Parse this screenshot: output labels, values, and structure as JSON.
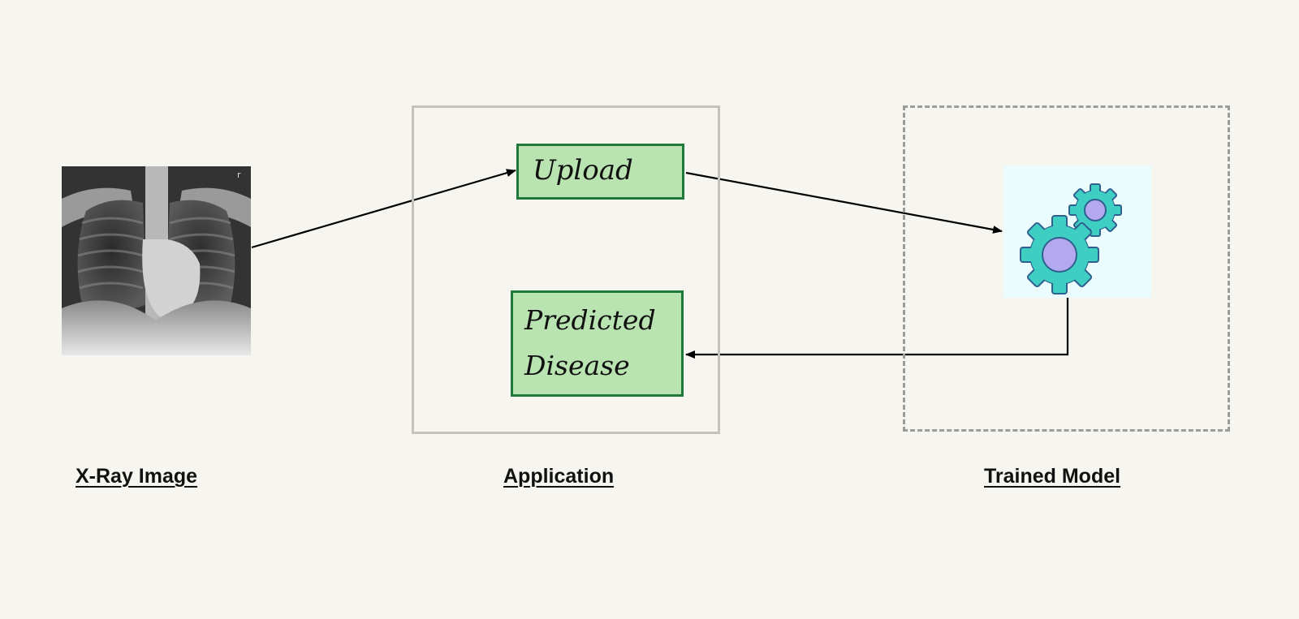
{
  "diagram": {
    "upload_label": "Upload",
    "predicted_label_line1": "Predicted",
    "predicted_label_line2": "Disease",
    "captions": {
      "xray": "X-Ray Image",
      "application": "Application",
      "trained_model": "Trained Model"
    },
    "colors": {
      "background": "#f7f5f0",
      "green_fill": "#b9e3b0",
      "green_border": "#1f7a3a",
      "gear_teal": "#3ecfc2",
      "gear_purple": "#b4a9ee",
      "gear_panel": "#eafcfd"
    },
    "icons": [
      "chest-xray-image",
      "gears-icon"
    ]
  }
}
